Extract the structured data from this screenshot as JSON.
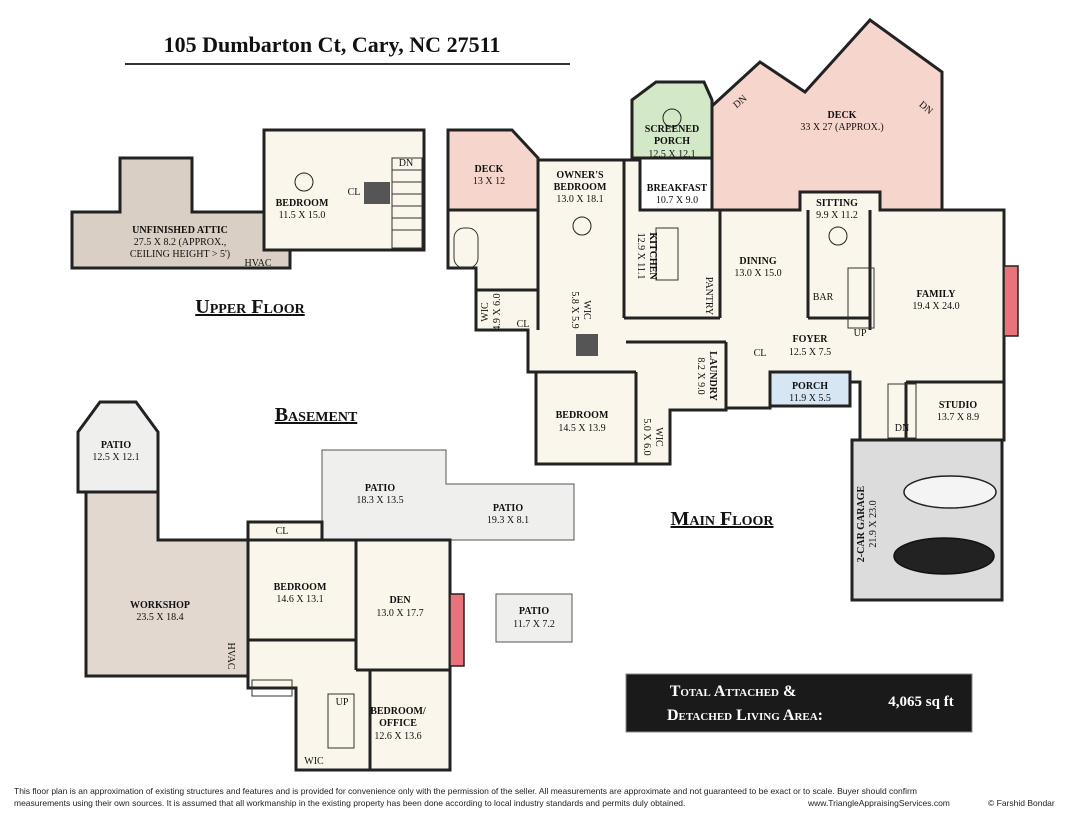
{
  "title": "105 Dumbarton Ct, Cary, NC 27511",
  "sections": {
    "upper": "Upper Floor",
    "basement": "Basement",
    "main": "Main Floor"
  },
  "rooms": {
    "attic_name": "UNFINISHED ATTIC",
    "attic_dim": "27.5 X 8.2 (APPROX.,",
    "attic_dim2": "CEILING HEIGHT > 5')",
    "attic_hvac": "HVAC",
    "up_bed_name": "BEDROOM",
    "up_bed_dim": "11.5 X 15.0",
    "up_cl": "CL",
    "up_dn": "DN",
    "deck1_name": "DECK",
    "deck1_dim": "13 X 12",
    "screened_name1": "SCREENED",
    "screened_name2": "PORCH",
    "screened_dim": "12.5 X 12.1",
    "deck2_name": "DECK",
    "deck2_dim": "33 X 27 (APPROX.)",
    "deck2_dn1": "DN",
    "deck2_dn2": "DN",
    "owner_name1": "OWNER'S",
    "owner_name2": "BEDROOM",
    "owner_dim": "13.0 X 18.1",
    "breakfast_name": "BREAKFAST",
    "breakfast_dim": "10.7 X 9.0",
    "kitchen_name": "KITCHEN",
    "kitchen_dim": "12.9 X 11.1",
    "pantry": "PANTRY",
    "dining_name": "DINING",
    "dining_dim": "13.0 X 15.0",
    "sitting_name": "SITTING",
    "sitting_dim": "9.9 X 11.2",
    "bar": "BAR",
    "up": "UP",
    "family_name": "FAMILY",
    "family_dim": "19.4 X 24.0",
    "wic1_name": "WIC",
    "wic1_dim": "4.9 X 6.0",
    "cl1": "CL",
    "wic2_name": "WIC",
    "wic2_dim": "5.8 X 5.9",
    "laundry_name": "LAUNDRY",
    "laundry_dim": "8.2 X 9.0",
    "foyer_cl": "CL",
    "foyer_name": "FOYER",
    "foyer_dim": "12.5 X 7.5",
    "porch_name": "PORCH",
    "porch_dim": "11.9 X 5.5",
    "bed_main_name": "BEDROOM",
    "bed_main_dim": "14.5 X 13.9",
    "wic3_name": "WIC",
    "wic3_dim": "5.0 X 6.0",
    "studio_name": "STUDIO",
    "studio_dim": "13.7 X 8.9",
    "studio_dn": "DN",
    "garage_name": "2-CAR GARAGE",
    "garage_dim": "21.9 X 23.0",
    "patio1_name": "PATIO",
    "patio1_dim": "12.5 X 12.1",
    "patio2_name": "PATIO",
    "patio2_dim": "18.3 X 13.5",
    "patio3_name": "PATIO",
    "patio3_dim": "19.3 X 8.1",
    "patio4_name": "PATIO",
    "patio4_dim": "11.7 X 7.2",
    "workshop_name": "WORKSHOP",
    "workshop_dim": "23.5 X 18.4",
    "workshop_hvac": "HVAC",
    "bbed_cl": "CL",
    "bbed_name": "BEDROOM",
    "bbed_dim": "14.6 X 13.1",
    "den_name": "DEN",
    "den_dim": "13.0 X 17.7",
    "office_name1": "BEDROOM/",
    "office_name2": "OFFICE",
    "office_dim": "12.6 X 13.6",
    "b_up": "UP",
    "b_wic": "WIC"
  },
  "summary": {
    "line1": "Total Attached &",
    "line2": "Detached Living Area:",
    "value": "4,065 sq ft"
  },
  "footer": {
    "line1": "This floor plan is an approximation of existing structures and features and is provided for convenience only with the permission of the seller.  All measurements are approximate and not guaranteed to be exact or to scale.  Buyer should confirm",
    "line2": "measurements using their own sources.  It is assumed that all workmanship in the existing property has been done according to local industry standards and permits duly obtained.",
    "website": "www.TriangleAppraisingServices.com",
    "copyright": "© Farshid Bondar"
  },
  "colors": {
    "deck": "#f5d5cc",
    "screened": "#d2e8c7",
    "attic": "#d9cfc4",
    "interior": "#faf6eb",
    "porch": "#d6e6f2",
    "garage": "#dcdcdc",
    "patio": "#efefee",
    "fireplace": "#e8737a"
  }
}
